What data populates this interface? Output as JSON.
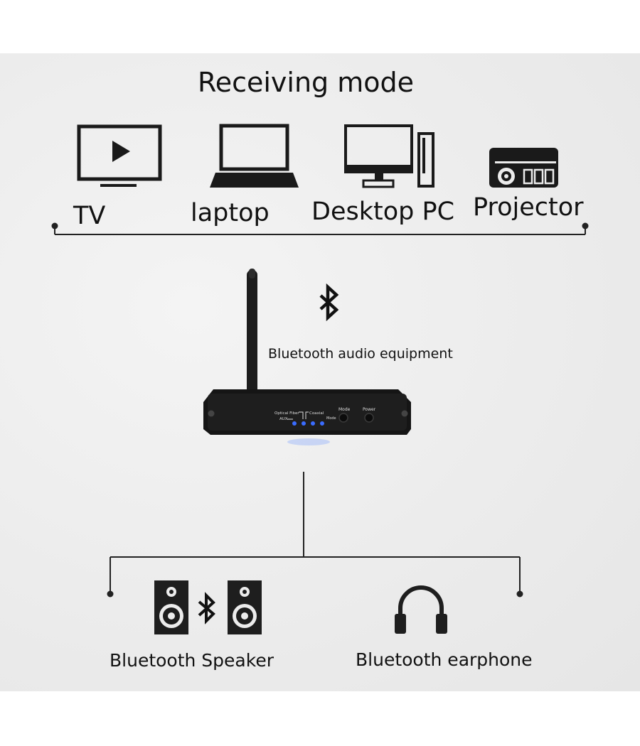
{
  "title": "Receiving mode",
  "sources": [
    {
      "label": "TV",
      "icon": "tv-icon"
    },
    {
      "label": "laptop",
      "icon": "laptop-icon"
    },
    {
      "label": "Desktop PC",
      "icon": "desktop-pc-icon"
    },
    {
      "label": "Projector",
      "icon": "projector-icon"
    }
  ],
  "device": {
    "label": "Bluetooth audio equipment",
    "icon": "bluetooth-icon",
    "panel": {
      "optical_label": "Optical Fiber",
      "aux_label": "AUX",
      "coaxial_label": "Coaxial",
      "mode_small_label": "Mode",
      "mode_button_label": "Mode",
      "power_label": "Power"
    },
    "led_color": "#3a6cff"
  },
  "outputs": [
    {
      "label": "Bluetooth Speaker",
      "icon": "speaker-icon"
    },
    {
      "label": "Bluetooth earphone",
      "icon": "headphones-icon"
    }
  ],
  "colors": {
    "icon": "#1a1a1a",
    "line": "#222222",
    "background": "#ececec"
  }
}
